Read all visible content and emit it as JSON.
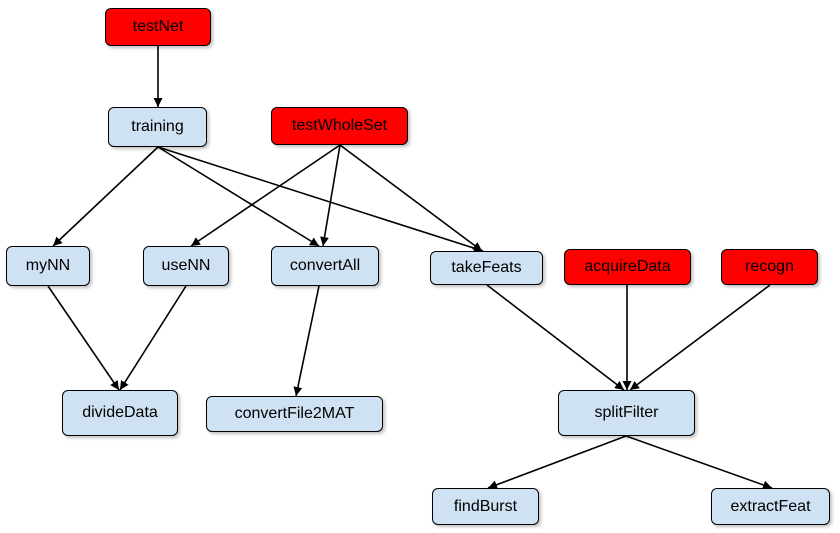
{
  "colors": {
    "root": "#ff0000",
    "normal": "#cfe2f3",
    "edge": "#000000"
  },
  "nodes": {
    "testNet": {
      "label": "testNet",
      "kind": "root"
    },
    "training": {
      "label": "training",
      "kind": "normal"
    },
    "testWholeSet": {
      "label": "testWholeSet",
      "kind": "root"
    },
    "myNN": {
      "label": "myNN",
      "kind": "normal"
    },
    "useNN": {
      "label": "useNN",
      "kind": "normal"
    },
    "convertAll": {
      "label": "convertAll",
      "kind": "normal"
    },
    "takeFeats": {
      "label": "takeFeats",
      "kind": "normal"
    },
    "acquireData": {
      "label": "acquireData",
      "kind": "root"
    },
    "recogn": {
      "label": "recogn",
      "kind": "root"
    },
    "divideData": {
      "label": "divideData",
      "kind": "normal"
    },
    "convertFile2MAT": {
      "label": "convertFile2MAT",
      "kind": "normal"
    },
    "splitFilter": {
      "label": "splitFilter",
      "kind": "normal"
    },
    "findBurst": {
      "label": "findBurst",
      "kind": "normal"
    },
    "extractFeat": {
      "label": "extractFeat",
      "kind": "normal"
    }
  },
  "edges": [
    [
      "testNet",
      "training"
    ],
    [
      "training",
      "myNN"
    ],
    [
      "training",
      "convertAll"
    ],
    [
      "training",
      "takeFeats"
    ],
    [
      "testWholeSet",
      "useNN"
    ],
    [
      "testWholeSet",
      "convertAll"
    ],
    [
      "testWholeSet",
      "takeFeats"
    ],
    [
      "myNN",
      "divideData"
    ],
    [
      "useNN",
      "divideData"
    ],
    [
      "convertAll",
      "convertFile2MAT"
    ],
    [
      "takeFeats",
      "splitFilter"
    ],
    [
      "acquireData",
      "splitFilter"
    ],
    [
      "recogn",
      "splitFilter"
    ],
    [
      "splitFilter",
      "findBurst"
    ],
    [
      "splitFilter",
      "extractFeat"
    ]
  ]
}
